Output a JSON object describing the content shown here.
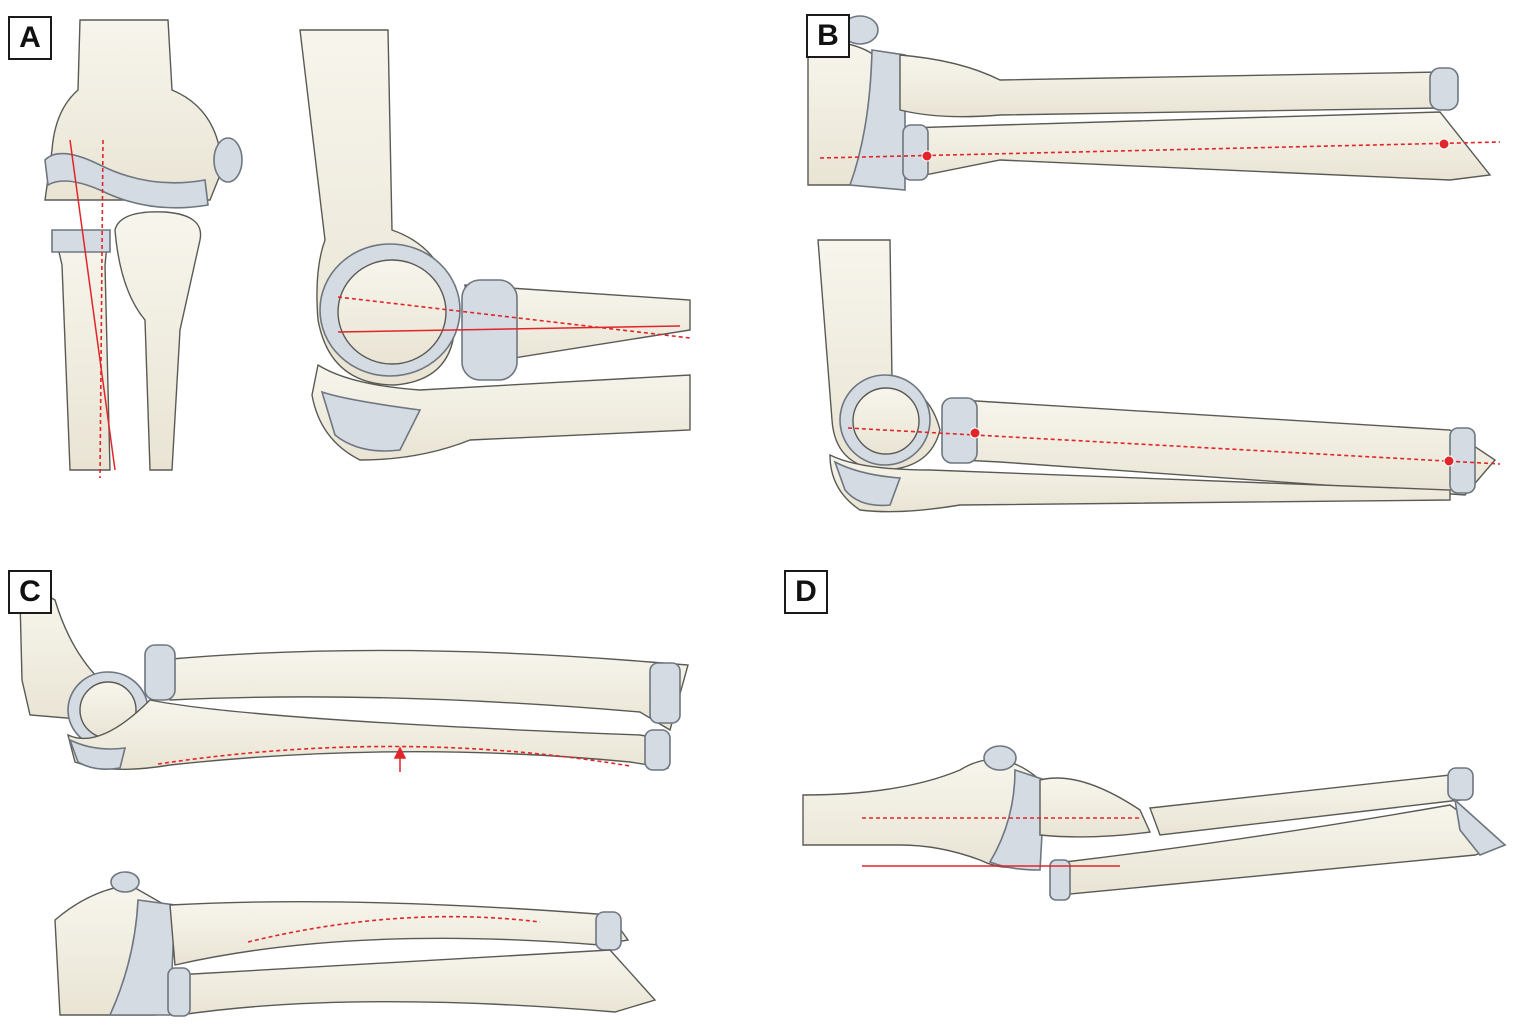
{
  "figure": {
    "panels": [
      {
        "id": "A",
        "label": "A"
      },
      {
        "id": "B",
        "label": "B"
      },
      {
        "id": "C",
        "label": "C"
      },
      {
        "id": "D",
        "label": "D"
      }
    ]
  },
  "colors": {
    "bone_fill": "#f4f1e6",
    "bone_outline": "#5a5a55",
    "cartilage_fill": "#d5dbe2",
    "cartilage_outline": "#6e7680",
    "reference_line": "#e0262a"
  }
}
